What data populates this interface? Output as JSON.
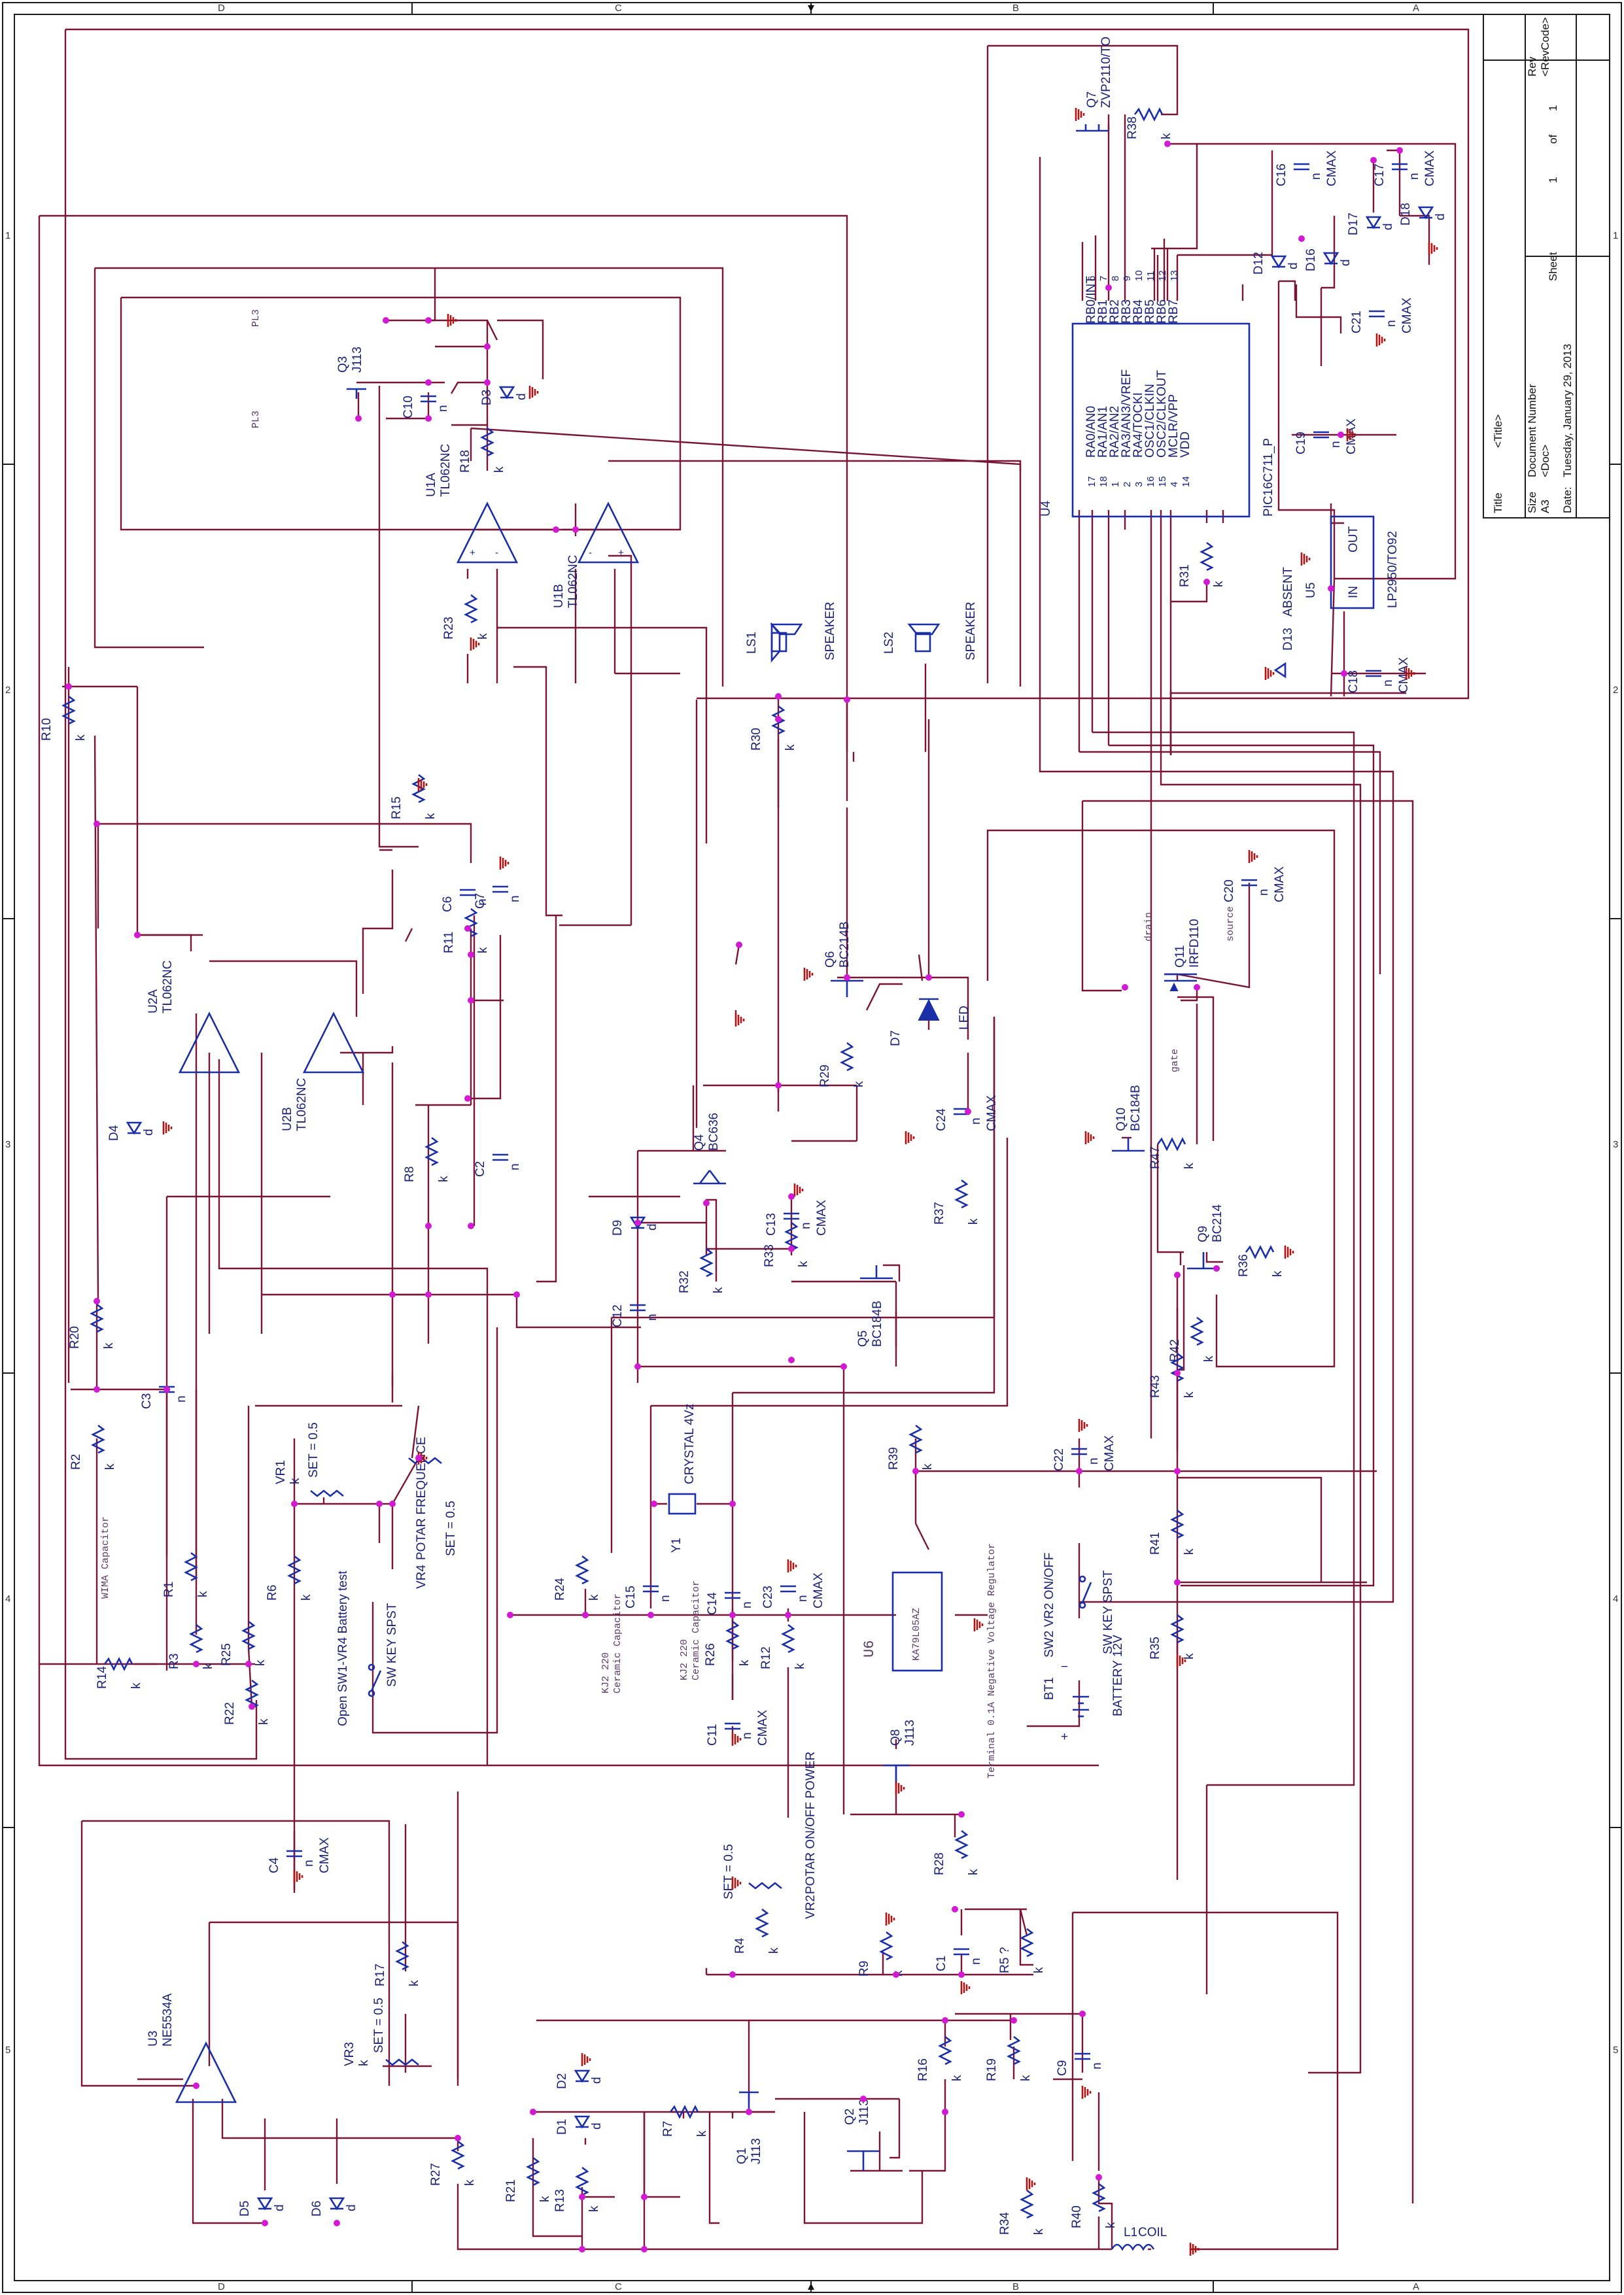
{
  "title_block": {
    "title_label": "Title",
    "title_value": "<Title>",
    "size_label": "Size",
    "size_value": "A3",
    "docnum_label": "Document Number",
    "docnum_value": "<Doc>",
    "rev_label": "Rev",
    "rev_value": "<RevCode>",
    "date_label": "Date:",
    "date_value": "Tuesday, January 29, 2013",
    "sheet_label": "Sheet",
    "sheet_num": "1",
    "sheet_of": "of",
    "sheet_total": "1"
  },
  "border": {
    "zone_letters": [
      "D",
      "C",
      "B",
      "A"
    ],
    "zone_numbers": [
      "1",
      "2",
      "3",
      "4",
      "5"
    ]
  },
  "components": {
    "u1a": {
      "ref": "U1A",
      "part": "TL062NC"
    },
    "u1b": {
      "ref": "U1B",
      "part": "TL062NC"
    },
    "u2a": {
      "ref": "U2A",
      "part": "TL062NC"
    },
    "u2b": {
      "ref": "U2B",
      "part": "TL062NC"
    },
    "u3": {
      "ref": "U3",
      "part": "NE5534A"
    },
    "u4": {
      "ref": "U4",
      "part": "PIC16C711_P"
    },
    "u5": {
      "ref": "U5",
      "part": "LP2950/TO92",
      "in": "IN",
      "out": "OUT"
    },
    "u6": {
      "ref": "U6",
      "part": "KA79L05AZ",
      "note": "Terminal 0.1A Negative Voltage Regulator"
    },
    "q1": {
      "ref": "Q1",
      "part": "J113"
    },
    "q2": {
      "ref": "Q2",
      "part": "J113"
    },
    "q3": {
      "ref": "Q3",
      "part": "J113"
    },
    "q4": {
      "ref": "Q4",
      "part": "BC636"
    },
    "q5": {
      "ref": "Q5",
      "part": "BC184B"
    },
    "q6": {
      "ref": "Q6",
      "part": "BC214B"
    },
    "q7": {
      "ref": "Q7",
      "part": "ZVP2110/TO"
    },
    "q8": {
      "ref": "Q8",
      "part": "J113"
    },
    "q9": {
      "ref": "Q9",
      "part": "BC214"
    },
    "q10": {
      "ref": "Q10",
      "part": "BC184B"
    },
    "q11": {
      "ref": "Q11",
      "part": "IRFD110",
      "drain": "drain",
      "source": "source",
      "gate": "gate"
    },
    "y1": {
      "ref": "Y1",
      "part": "CRYSTAL 4Vz"
    },
    "ls1": {
      "ref": "LS1",
      "part": "SPEAKER"
    },
    "ls2": {
      "ref": "LS2",
      "part": "SPEAKER"
    },
    "bt1": {
      "ref": "BT1",
      "part": "BATTERY 12V"
    },
    "l1": {
      "ref": "L1",
      "part": "COIL"
    },
    "d7": {
      "ref": "D7",
      "part": "LED"
    },
    "d13": {
      "ref": "D13",
      "part": "ABSENT"
    },
    "vr1": {
      "ref": "VR1",
      "val": "k",
      "set": "SET = 0.5"
    },
    "vr2": {
      "ref": "VR2",
      "part": "POTAR ON/OFF POWER",
      "set": "SET = 0.5"
    },
    "vr3": {
      "ref": "VR3",
      "val": "k",
      "set": "SET = 0.5"
    },
    "vr4": {
      "ref": "VR4",
      "part": "POTAR FREQUENCE",
      "set": "SET = 0.5"
    },
    "sw1": {
      "ref": "SW1",
      "part": "SW KEY SPST",
      "note": "Open SW1-VR4 Battery test"
    },
    "sw2": {
      "ref": "SW2",
      "part": "SW KEY SPST",
      "note": "SW2 VR2 ON/OFF"
    }
  },
  "pic_pins": {
    "top_numbers": [
      "6",
      "7",
      "8",
      "9",
      "10",
      "11",
      "12",
      "13"
    ],
    "top_names": [
      "RB0/INT",
      "RB1",
      "RB2",
      "RB3",
      "RB4",
      "RB5",
      "RB6",
      "RB7"
    ],
    "bottom_numbers": [
      "17",
      "18",
      "1",
      "2",
      "3",
      "16",
      "15",
      "4",
      "14"
    ],
    "bottom_names": [
      "RA0/AN0",
      "RA1/AN1",
      "RA2/AN2",
      "RA3/AN3/VREF",
      "RA4/TOCKI",
      "OSC1/CLKIN",
      "OSC2/CLKOUT",
      "MCLR/VPP",
      "VDD"
    ]
  },
  "resistors": [
    "R1",
    "R2",
    "R3",
    "R4",
    "R5 ?",
    "R6",
    "R7",
    "R8",
    "R9",
    "R10",
    "R11",
    "R12",
    "R13",
    "R14",
    "R15",
    "R16",
    "R17",
    "R18",
    "R19",
    "R20",
    "R21",
    "R22",
    "R23",
    "R24",
    "R25",
    "R26",
    "R27",
    "R28",
    "R29",
    "R30",
    "R31",
    "R32",
    "R33",
    "R34",
    "R35",
    "R36",
    "R37",
    "R38",
    "R39",
    "R40",
    "R41",
    "R42",
    "R43",
    "R47"
  ],
  "capacitors": {
    "C1": "n",
    "C2": "n",
    "C3": "n",
    "C4": "CMAX",
    "C6": "n",
    "C7": "n",
    "C9": "n",
    "C10": "n",
    "C11": "CMAX",
    "C12": "n",
    "C13": "CMAX",
    "C14": "n",
    "C15": "n",
    "C16": "CMAX",
    "C17": "CMAX",
    "C18": "CMAX",
    "C19": "CMAX",
    "C20": "CMAX",
    "C21": "CMAX",
    "C22": "CMAX",
    "C23": "CMAX",
    "C24": "CMAX"
  },
  "diodes": [
    "D1",
    "D2",
    "D3",
    "D4",
    "D5",
    "D6",
    "D9",
    "D12",
    "D16",
    "D17",
    "D18"
  ],
  "annotations": {
    "pl3": "PL3",
    "wima": "WIMA Capacitor",
    "kj2_a": "KJ2 220",
    "kj2_a2": "Ceramic Capacitor",
    "kj2_b": "KJ2 220",
    "kj2_b2": "Ceramic Capacitor",
    "unit_k": "k",
    "unit_n": "n",
    "unit_d": "d",
    "plus": "+",
    "minus": "−"
  }
}
